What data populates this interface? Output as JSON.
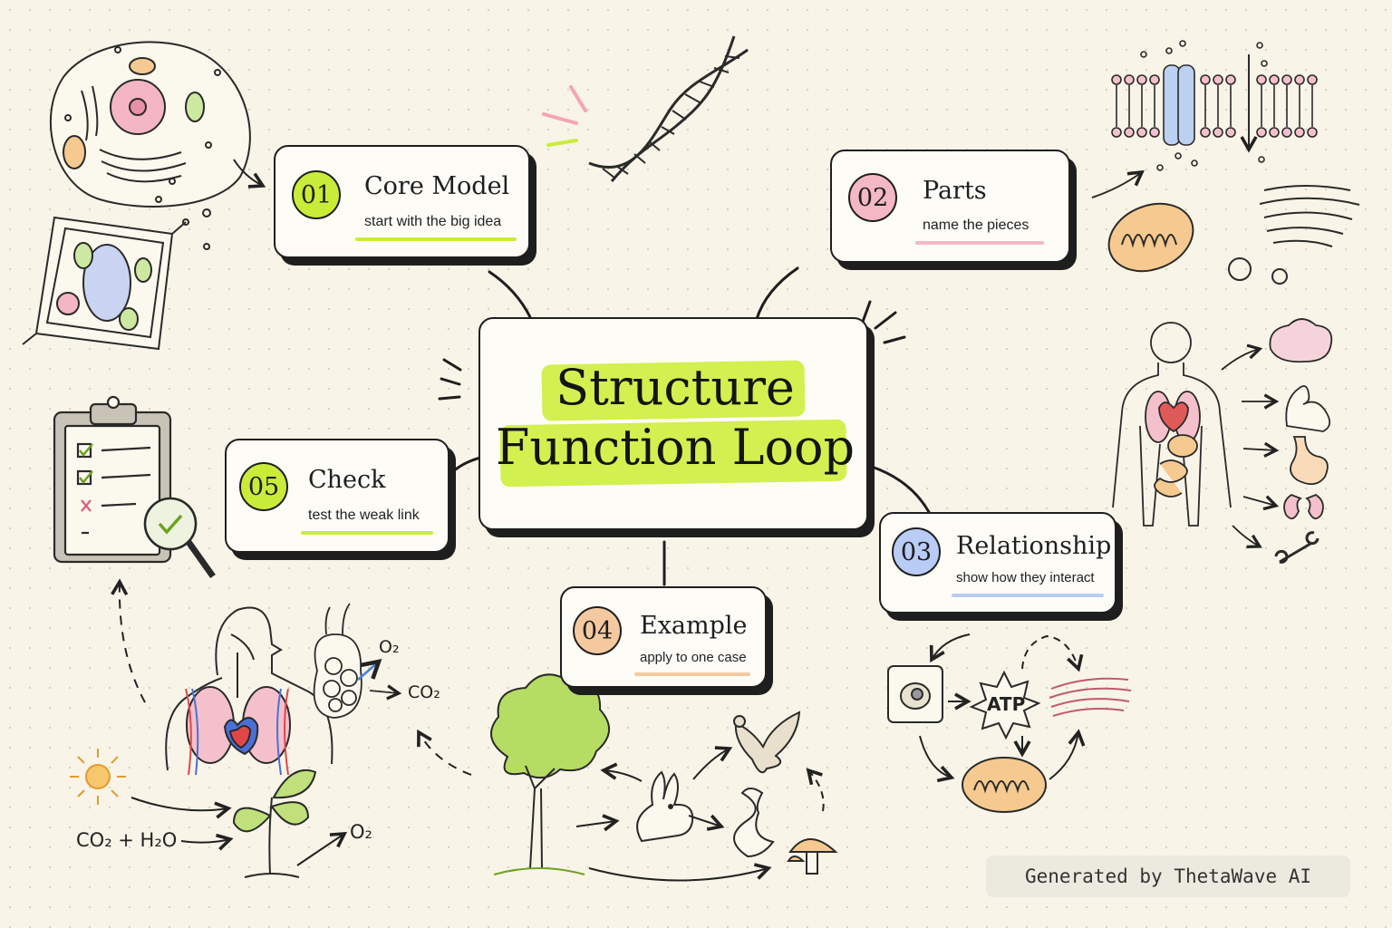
{
  "center": {
    "title_line1": "Structure",
    "title_line2": "Function Loop"
  },
  "cards": [
    {
      "number": "01",
      "title": "Core Model",
      "subtitle": "start with the big idea",
      "accent": "#c9ec3a"
    },
    {
      "number": "02",
      "title": "Parts",
      "subtitle": "name the pieces",
      "accent": "#f3b8c3"
    },
    {
      "number": "03",
      "title": "Relationship",
      "subtitle": "show how they interact",
      "accent": "#b9ccf5"
    },
    {
      "number": "04",
      "title": "Example",
      "subtitle": "apply to one case",
      "accent": "#f5c9a0"
    },
    {
      "number": "05",
      "title": "Check",
      "subtitle": "test the weak link",
      "accent": "#c9ec3a"
    }
  ],
  "labels": {
    "o2_top": "O₂",
    "co2": "CO₂",
    "co2_h2o": "CO₂ + H₂O",
    "o2_bottom": "O₂",
    "atp": "ATP"
  },
  "footer": {
    "text": "Generated by ThetaWave AI"
  },
  "icons": [
    "animal-cell-icon",
    "plant-cell-icon",
    "dna-icon",
    "cell-membrane-icon",
    "mitochondrion-icon",
    "golgi-icon",
    "human-body-icon",
    "brain-icon",
    "muscle-icon",
    "stomach-icon",
    "kidney-icon",
    "bone-icon",
    "clipboard-checklist-icon",
    "magnifier-icon",
    "respiratory-system-icon",
    "alveoli-icon",
    "sun-icon",
    "seedling-icon",
    "tree-icon",
    "rabbit-icon",
    "eagle-icon",
    "snake-icon",
    "mushroom-icon",
    "cell-icon",
    "atp-burst-icon",
    "muscle-fiber-icon"
  ]
}
